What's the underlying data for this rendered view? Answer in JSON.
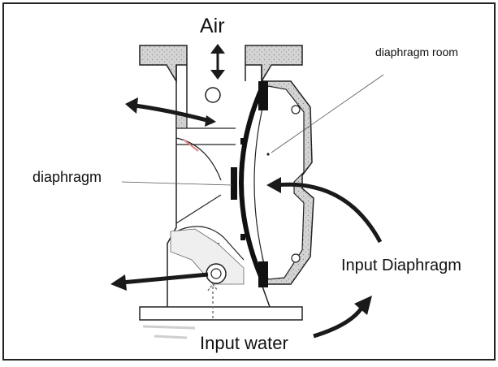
{
  "labels": {
    "air": "Air",
    "diaphragm_room": "diaphragm room",
    "diaphragm": "diaphragm",
    "input_diaphragm": "Input Diaphragm",
    "input_water": "Input water"
  },
  "colors": {
    "outline": "#1a1a1a",
    "flange_fill": "#cfcfcf",
    "diaphragm": "#111111",
    "arrow": "#1a1a1a",
    "accent": "#e08080"
  }
}
